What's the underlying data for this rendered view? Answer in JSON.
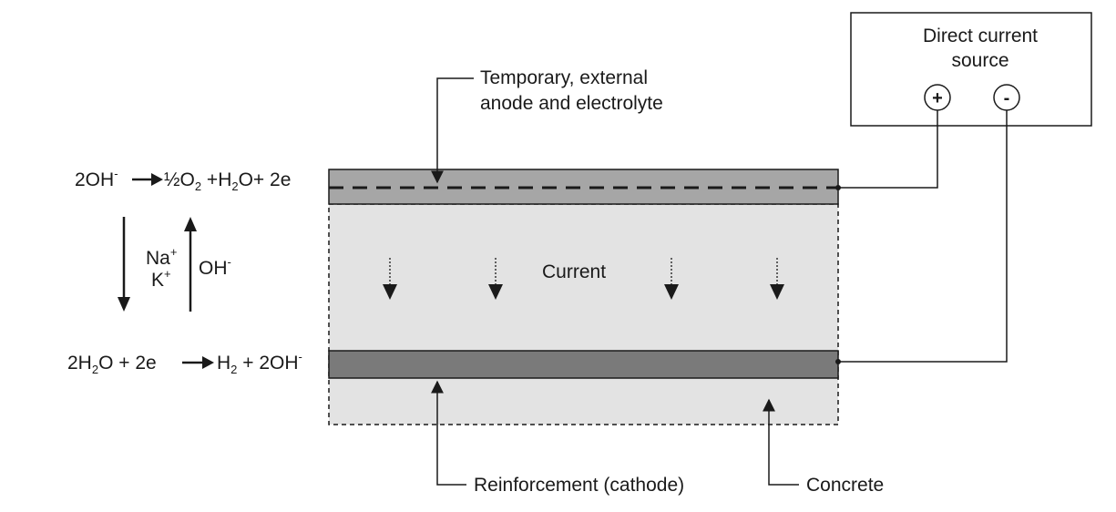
{
  "power_source": {
    "title_line1": "Direct current",
    "title_line2": "source",
    "positive_terminal": "+",
    "negative_terminal": "-"
  },
  "labels": {
    "anode_line1": "Temporary, external",
    "anode_line2": "anode and electrolyte",
    "current": "Current",
    "reinforcement": "Reinforcement (cathode)",
    "concrete": "Concrete"
  },
  "anode_reaction": {
    "r1": "2OH",
    "r1_sup": "-",
    "p1_coef": "½O",
    "p1_sub": "2",
    "p2": " +H",
    "p2_sub": "2",
    "p3": "O+ 2e"
  },
  "cathode_reaction": {
    "r1": "2H",
    "r1_sub": "2",
    "r2": "O + 2e",
    "p1": "H",
    "p1_sub": "2",
    "p2": " + 2OH",
    "p2_sup": "-"
  },
  "ion_migration": {
    "na": "Na",
    "na_sup": "+",
    "k": "K",
    "k_sup": "+",
    "oh": "OH",
    "oh_sup": "-"
  },
  "colors": {
    "anode_layer": "#a6a6a6",
    "concrete": "#e3e3e3",
    "reinforcement": "#7a7a7a",
    "line": "#1a1a1a"
  }
}
